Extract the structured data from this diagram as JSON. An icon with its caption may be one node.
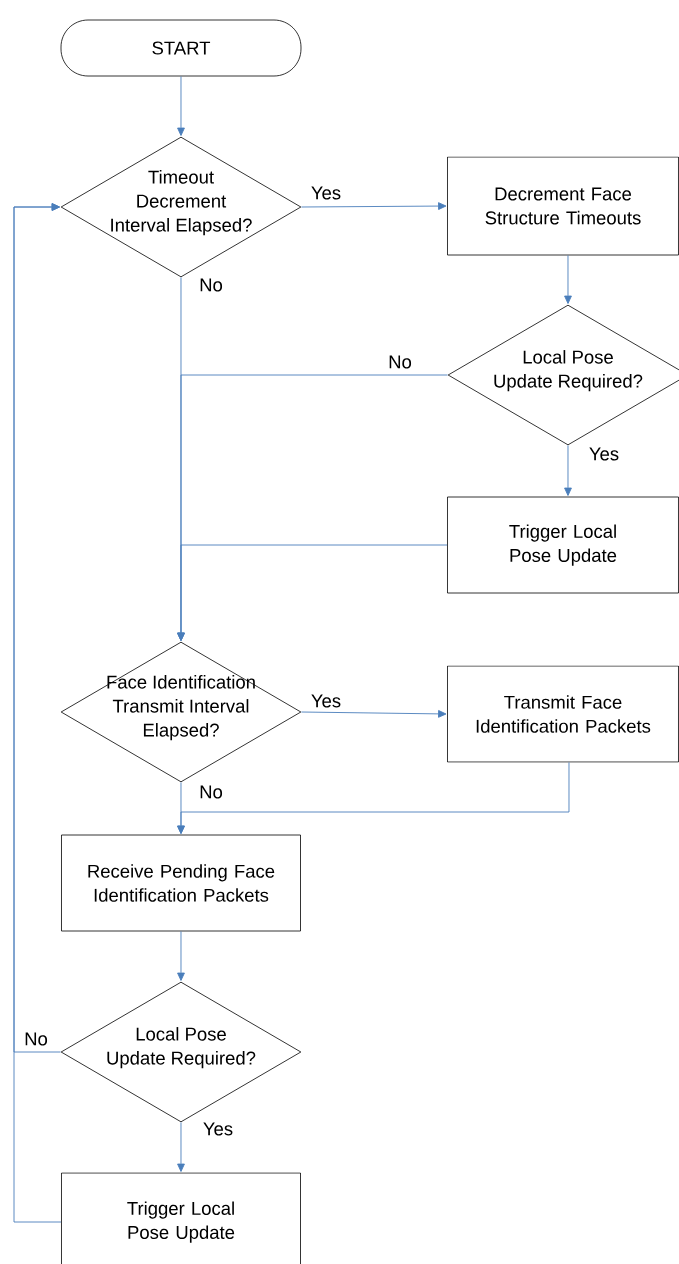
{
  "diagram": {
    "nodes": [
      {
        "text": [
          "START"
        ]
      },
      {
        "text": [
          "Timeout Decrement Interval Elapsed?"
        ]
      },
      {
        "text": [
          "Decrement Face Structure Timeouts"
        ]
      },
      {
        "text": [
          "Local Pose Update Required?"
        ]
      },
      {
        "text": [
          "Trigger Local Pose Update"
        ]
      },
      {
        "text": [
          "Face Identification Transmit Interval Elapsed?"
        ]
      },
      {
        "text": [
          "Transmit Face Identification Packets"
        ]
      },
      {
        "text": [
          "Receive Pending Face Identification Packets"
        ]
      },
      {
        "text": [
          "Local Pose Update Required?"
        ]
      },
      {
        "text": [
          "Trigger Local Pose Update"
        ]
      }
    ],
    "edges": [
      {
        "from": 0,
        "to": 1,
        "arrow": "to"
      },
      {
        "from": 1,
        "to": 2,
        "arrow": "to",
        "label": "Yes"
      },
      {
        "from": 1,
        "to": 5,
        "arrow": "to",
        "label": "No"
      },
      {
        "from": 2,
        "to": 3,
        "arrow": "to"
      },
      {
        "from": 3,
        "to": 5,
        "arrow": "to",
        "label": "No"
      },
      {
        "from": 3,
        "to": 4,
        "arrow": "to",
        "label": "Yes"
      },
      {
        "from": 4,
        "to": 5,
        "arrow": "to"
      },
      {
        "from": 5,
        "to": 6,
        "arrow": "to",
        "label": "Yes"
      },
      {
        "from": 5,
        "to": 7,
        "arrow": "to",
        "label": "No"
      },
      {
        "from": 6,
        "to": 7,
        "arrow": "to"
      },
      {
        "from": 7,
        "to": 8,
        "arrow": "to"
      },
      {
        "from": 8,
        "to": 1,
        "arrow": "to",
        "label": "No"
      },
      {
        "from": 8,
        "to": 9,
        "arrow": "to",
        "label": "Yes"
      },
      {
        "from": 9,
        "to": 1,
        "arrow": "to"
      }
    ]
  }
}
